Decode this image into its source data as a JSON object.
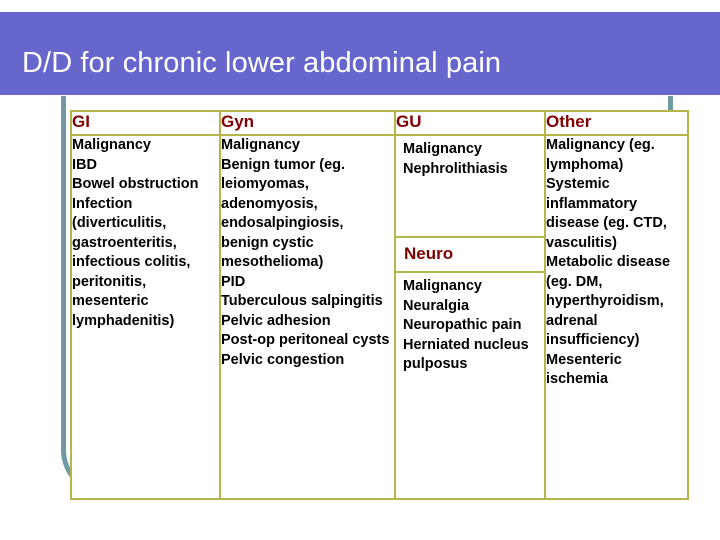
{
  "slide": {
    "title": "D/D for chronic lower abdominal pain",
    "banner_color": "#6666cc",
    "frame_color": "#6f9aa3",
    "table_border_color": "#b5b54a",
    "heading_color": "#800000",
    "body_color": "#000000"
  },
  "table": {
    "columns": [
      {
        "header": "GI",
        "entries": [
          "Malignancy",
          "IBD",
          "Bowel obstruction",
          "Infection (diverticulitis, gastroenteritis, infectious colitis, peritonitis, mesenteric lymphadenitis)"
        ]
      },
      {
        "header": "Gyn",
        "entries": [
          "Malignancy",
          "Benign tumor (eg. leiomyomas, adenomyosis, endosalpingiosis, benign cystic mesothelioma)",
          "PID",
          "Tuberculous salpingitis",
          "Pelvic adhesion",
          "Post-op peritoneal cysts",
          "Pelvic congestion"
        ]
      },
      {
        "header": "GU",
        "entries": [
          "Malignancy",
          "Nephrolithiasis"
        ],
        "subsection": {
          "header": "Neuro",
          "entries": [
            "Malignancy",
            "Neuralgia",
            "Neuropathic pain",
            "Herniated nucleus pulposus"
          ]
        }
      },
      {
        "header": "Other",
        "entries": [
          "Malignancy (eg. lymphoma)",
          "Systemic inflammatory disease (eg. CTD, vasculitis)",
          "Metabolic disease (eg. DM, hyperthyroidism, adrenal insufficiency)",
          "Mesenteric ischemia"
        ]
      }
    ]
  }
}
